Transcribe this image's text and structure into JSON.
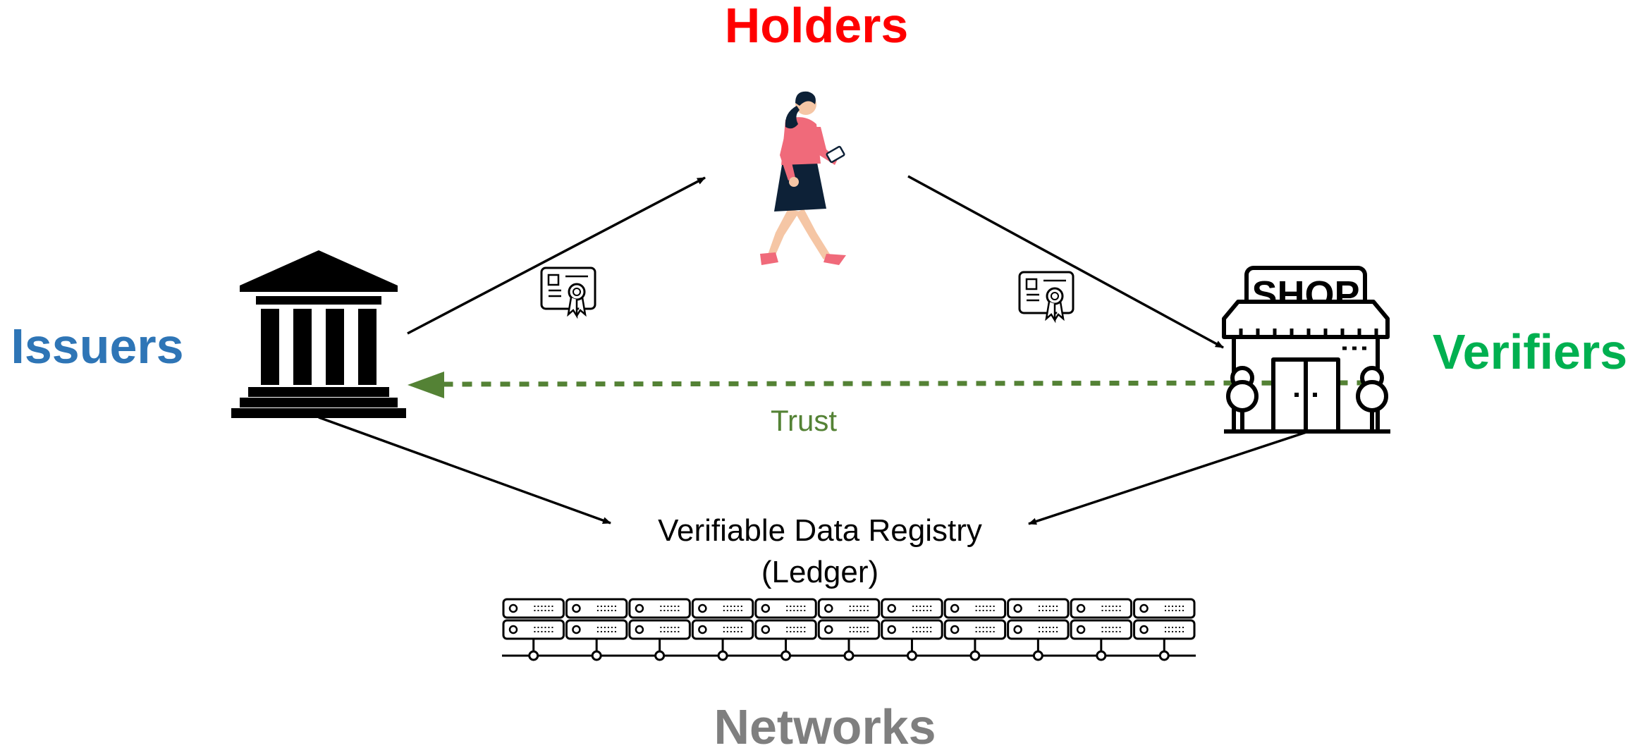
{
  "roles": {
    "holders": {
      "label": "Holders",
      "color": "#ff0000"
    },
    "issuers": {
      "label": "Issuers",
      "color": "#2e75b6"
    },
    "verifiers": {
      "label": "Verifiers",
      "color": "#00b050"
    },
    "networks": {
      "label": "Networks",
      "color": "#7f7f7f"
    }
  },
  "trust": {
    "label": "Trust",
    "color": "#548235"
  },
  "registry": {
    "line1": "Verifiable Data Registry",
    "line2": "(Ledger)"
  },
  "shop_sign": "SHOP",
  "server_count": 11,
  "icons": {
    "holder": "woman-walking-icon",
    "issuer": "bank-building-icon",
    "verifier": "shop-storefront-icon",
    "credential": "certificate-icon",
    "network": "server-rack-icon"
  },
  "colors": {
    "arrow": "#000000",
    "skin": "#f5c6a5",
    "shirt": "#f06a7a",
    "skirt": "#0d2137"
  }
}
